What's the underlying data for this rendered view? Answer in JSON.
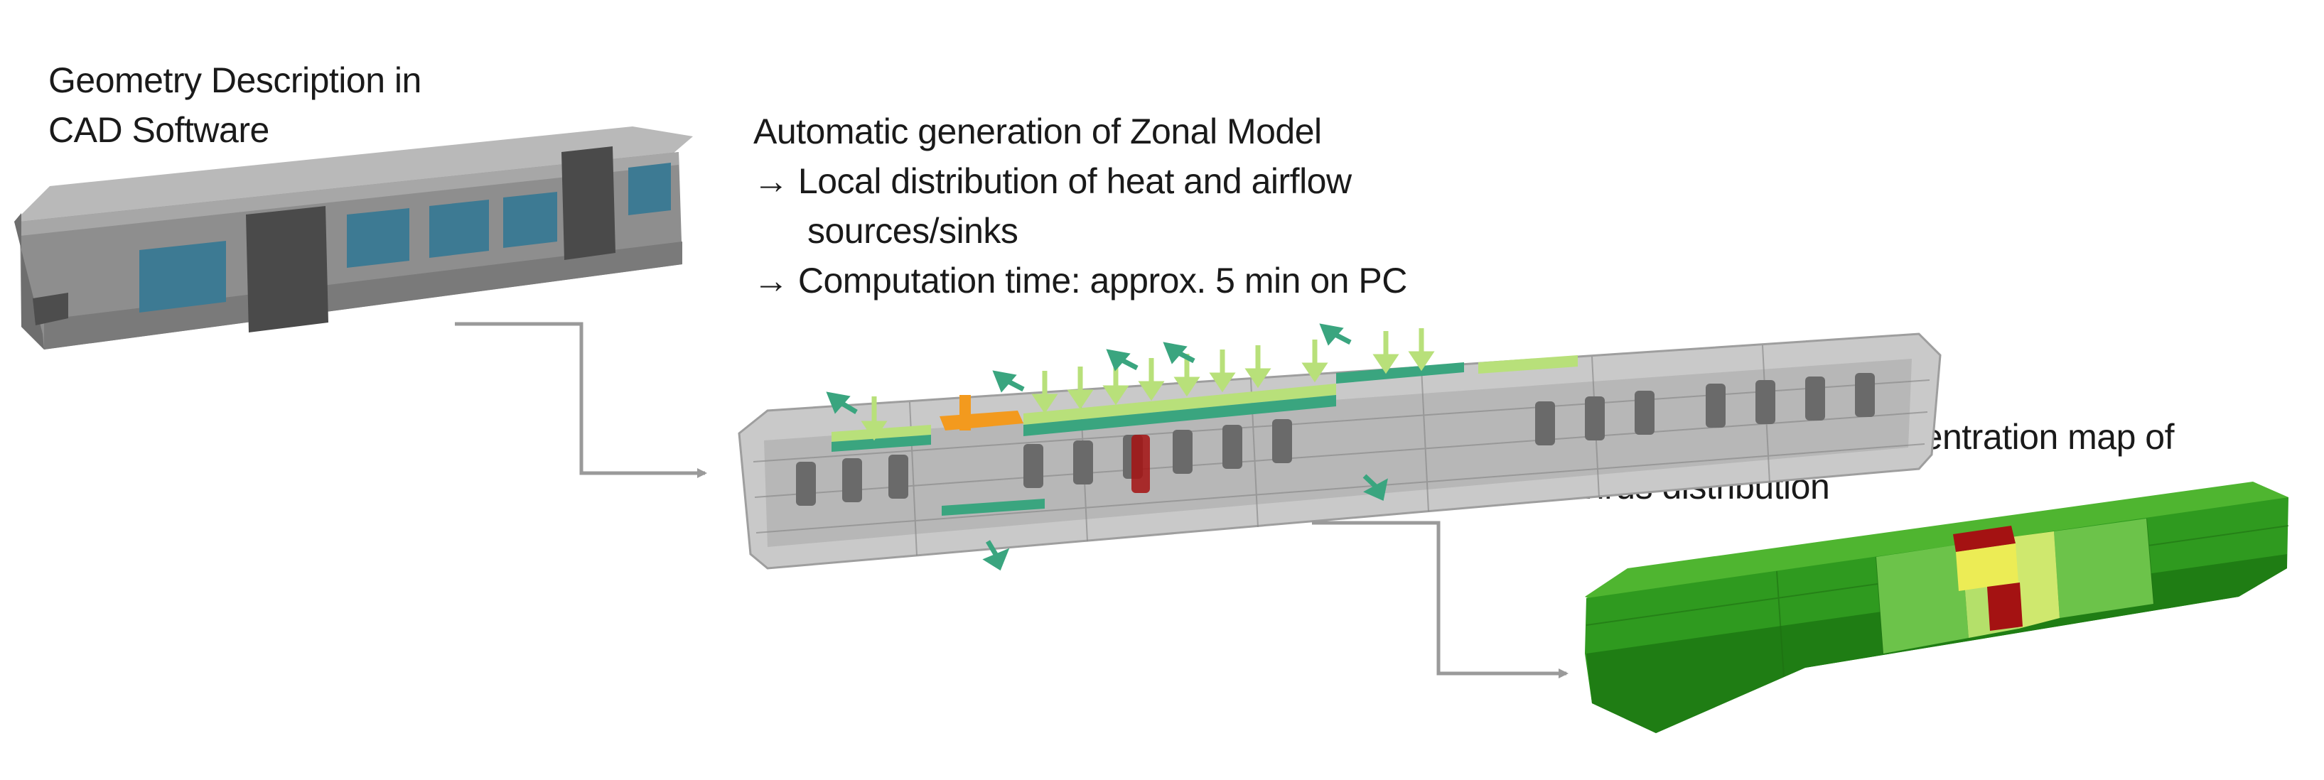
{
  "step1": {
    "title_line1": "Geometry Description in",
    "title_line2": "CAD Software"
  },
  "step2": {
    "title": "Automatic generation of Zonal Model",
    "bullet1_line1": "→ Local distribution of heat and airflow",
    "bullet1_line2": "sources/sinks",
    "bullet2": "→ Computation time: approx. 5 min on PC"
  },
  "step3": {
    "title_line1": "Result: Transient concentration map of",
    "title_line2": "virus distribution"
  },
  "colors": {
    "car_body": "#8e8e8e",
    "window": "#3d7a93",
    "door": "#4a4a4a",
    "zonal_green": "#3aa57f",
    "zonal_lime": "#b8e07a",
    "zonal_orange": "#f39a1e",
    "result_green": "#2f9a1f",
    "hotspot_red": "#a41212",
    "hotspot_yellow": "#ecec55",
    "connector": "#9a9a9a"
  }
}
